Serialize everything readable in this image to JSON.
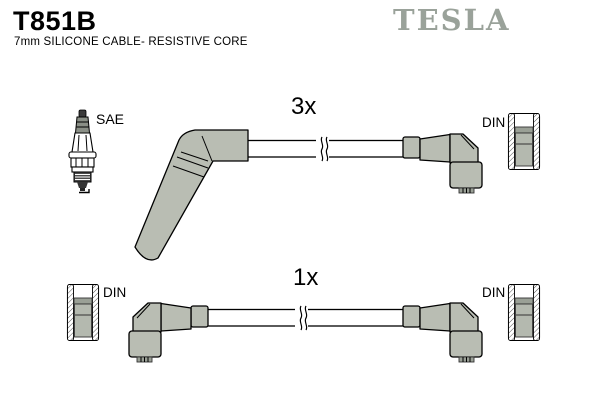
{
  "header": {
    "part_number": "T851B",
    "description": "7mm SILICONE CABLE- RESISTIVE CORE"
  },
  "logo": {
    "text": "TESLA"
  },
  "diagram": {
    "spark_plug_label": "SAE",
    "rows": [
      {
        "quantity": "3x",
        "end_labels": {
          "right": "DIN"
        }
      },
      {
        "quantity": "1x",
        "end_labels": {
          "left": "DIN",
          "right": "DIN"
        }
      }
    ]
  },
  "icons": {
    "spark_plug": "spark-plug-icon",
    "din_terminal": "din-terminal-icon",
    "cable_break": "cable-break-icon"
  },
  "colors": {
    "background": "#ffffff",
    "outline": "#000000",
    "boot_fill": "#b9bdb3",
    "insert_fill": "#b4b9af",
    "logo_gray": "#9aa29a"
  }
}
